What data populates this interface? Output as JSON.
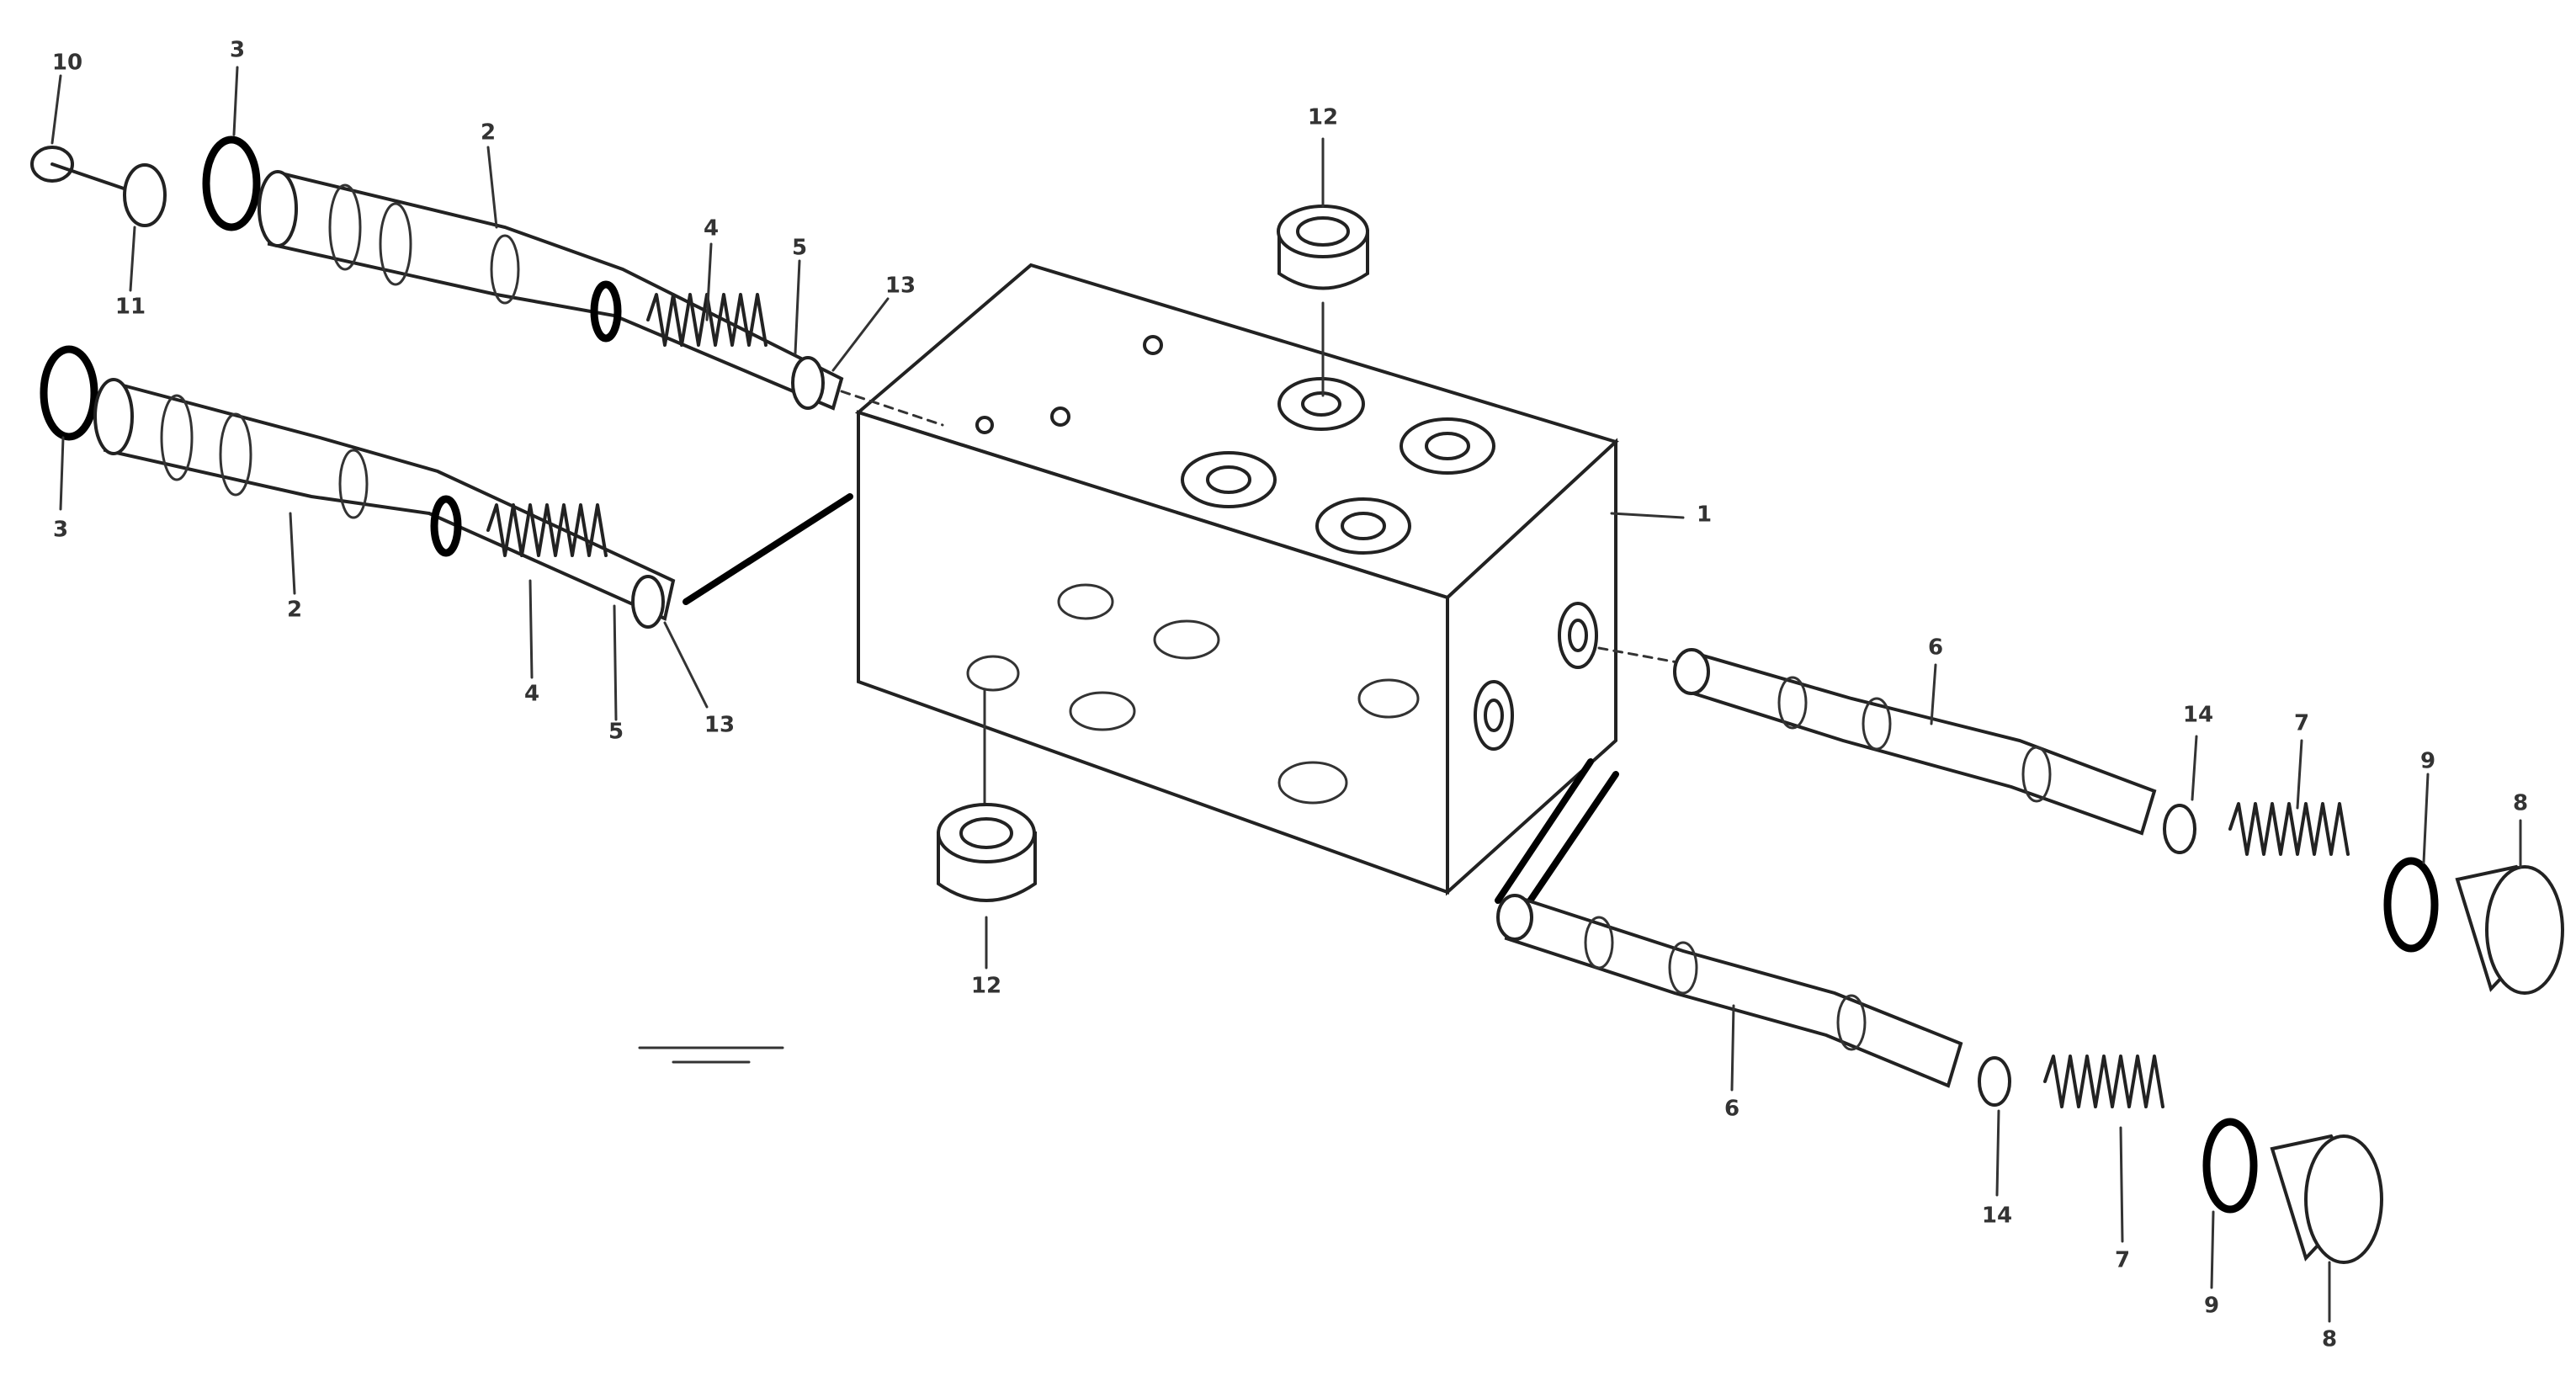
{
  "diagram": {
    "callouts": [
      {
        "id": "c1",
        "text": "1"
      },
      {
        "id": "c2a",
        "text": "2"
      },
      {
        "id": "c2b",
        "text": "2"
      },
      {
        "id": "c3a",
        "text": "3"
      },
      {
        "id": "c3b",
        "text": "3"
      },
      {
        "id": "c4a",
        "text": "4"
      },
      {
        "id": "c4b",
        "text": "4"
      },
      {
        "id": "c5a",
        "text": "5"
      },
      {
        "id": "c5b",
        "text": "5"
      },
      {
        "id": "c6a",
        "text": "6"
      },
      {
        "id": "c6b",
        "text": "6"
      },
      {
        "id": "c7a",
        "text": "7"
      },
      {
        "id": "c7b",
        "text": "7"
      },
      {
        "id": "c8a",
        "text": "8"
      },
      {
        "id": "c8b",
        "text": "8"
      },
      {
        "id": "c9a",
        "text": "9"
      },
      {
        "id": "c9b",
        "text": "9"
      },
      {
        "id": "c10",
        "text": "10"
      },
      {
        "id": "c11",
        "text": "11"
      },
      {
        "id": "c12a",
        "text": "12"
      },
      {
        "id": "c12b",
        "text": "12"
      },
      {
        "id": "c13a",
        "text": "13"
      },
      {
        "id": "c13b",
        "text": "13"
      },
      {
        "id": "c14a",
        "text": "14"
      },
      {
        "id": "c14b",
        "text": "14"
      }
    ],
    "stamp_line1": "",
    "stamp_line2": "",
    "stamp_code": ""
  }
}
